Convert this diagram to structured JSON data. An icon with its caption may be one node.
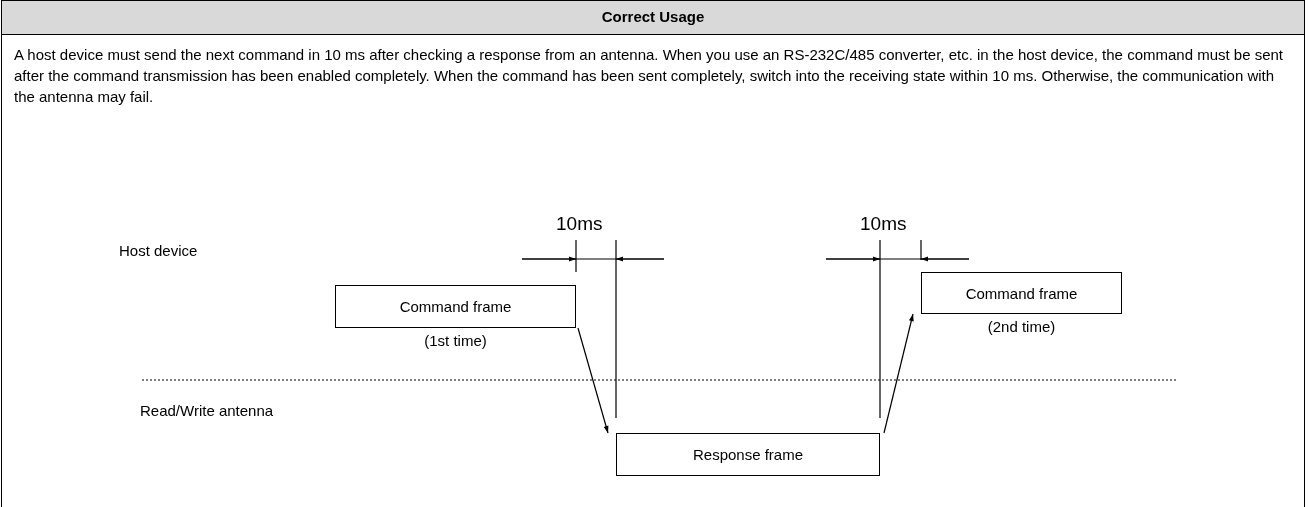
{
  "diagram": {
    "title": "Correct Usage",
    "nodes": [
      {
        "text": [
          "Command frame"
        ],
        "beside": [
          "(1st time)"
        ]
      },
      {
        "text": [
          "Response frame"
        ]
      },
      {
        "text": [
          "Command frame"
        ],
        "beside": [
          "(2nd time)"
        ]
      }
    ],
    "edges": [
      {
        "from": 0,
        "to": 1,
        "arrow": "to"
      },
      {
        "from": 1,
        "to": 2,
        "arrow": "to"
      }
    ],
    "labels": [
      "A host device must send the next command in 10 ms after checking a response from an antenna.  When you use an RS-232C/485 converter, etc. in the host device, the command must be sent after the command transmission has been enabled completely.  When the command has been sent completely, switch into the receiving state within 10 ms.  Otherwise, the communication with the antenna may fail.",
      "10ms",
      "10ms",
      "Host device",
      "Read/Write antenna"
    ]
  }
}
